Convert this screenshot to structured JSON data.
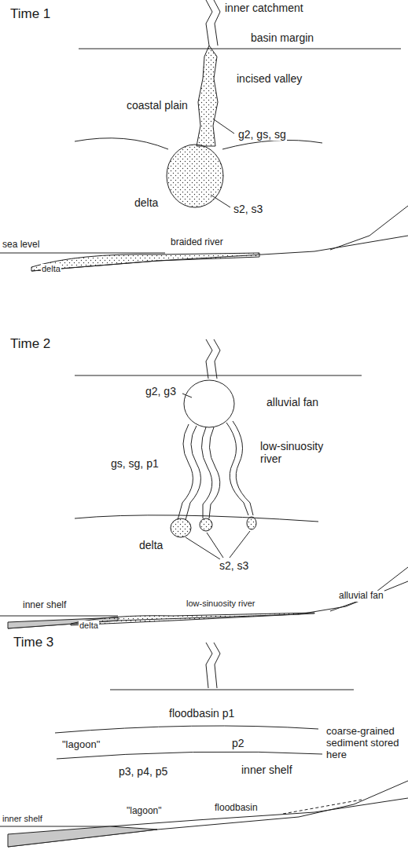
{
  "diagram": {
    "labels": [
      "Time 1",
      "inner catchment",
      "basin margin",
      "incised valley",
      "coastal plain",
      "g2, gs, sg",
      "delta",
      "s2, s3",
      "sea level",
      "braided river",
      "delta",
      "Time 2",
      "g2, g3",
      "alluvial fan",
      "low-sinuosity river",
      "gs, sg, p1",
      "delta",
      "s2, s3",
      "inner shelf",
      "delta",
      "low-sinuosity river",
      "alluvial fan",
      "Time 3",
      "floodbasin p1",
      "\"lagoon\"",
      "p2",
      "p3, p4, p5",
      "inner shelf",
      "coarse-grained sediment stored here",
      "inner shelf",
      "\"lagoon\"",
      "floodbasin"
    ]
  }
}
